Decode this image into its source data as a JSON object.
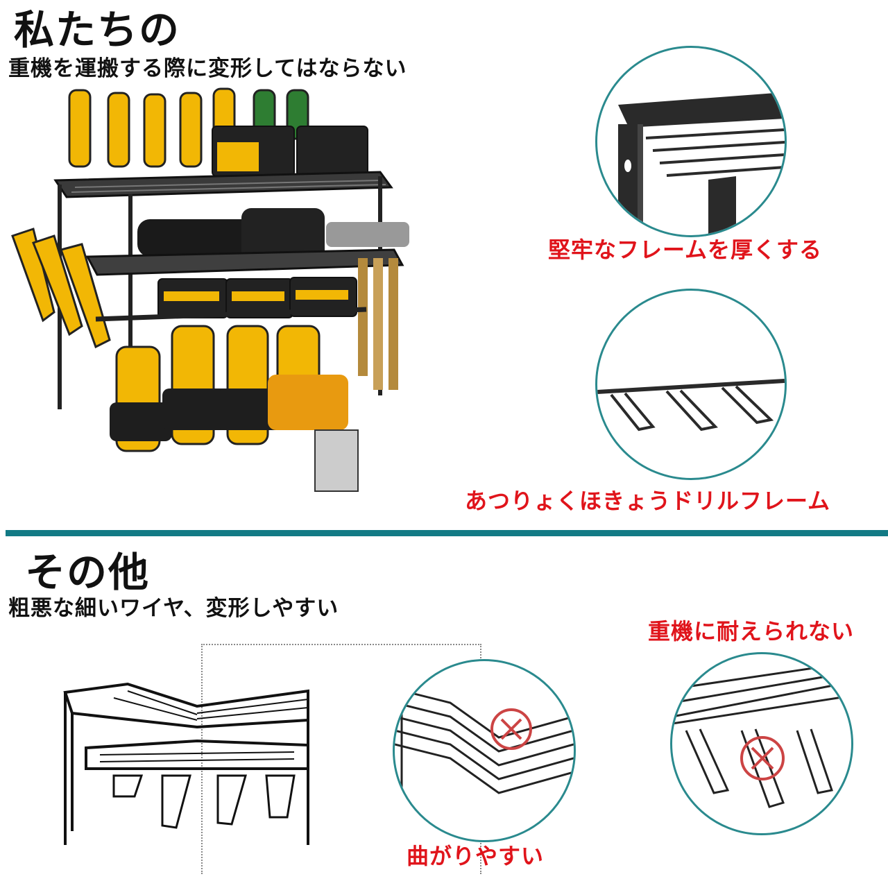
{
  "top": {
    "heading": "私たちの",
    "subheading": "重機を運搬する際に変形してはならない",
    "callout_1": "堅牢なフレームを厚くする",
    "callout_2": "あつりょくほきょうドリルフレーム"
  },
  "bottom": {
    "heading": "その他",
    "subheading": "粗悪な細いワイヤ、変形しやすい",
    "callout_top_right": "重機に耐えられない",
    "callout_bottom": "曲がりやすい"
  },
  "colors": {
    "accent_red": "#e0141b",
    "divider_teal": "#127a85",
    "circle_border": "#2a8a8e",
    "tool_yellow": "#f2b705",
    "tool_black": "#1e1e1e"
  },
  "icons": {
    "defect_mark_1": "x-circle-icon",
    "defect_mark_2": "x-circle-icon"
  }
}
